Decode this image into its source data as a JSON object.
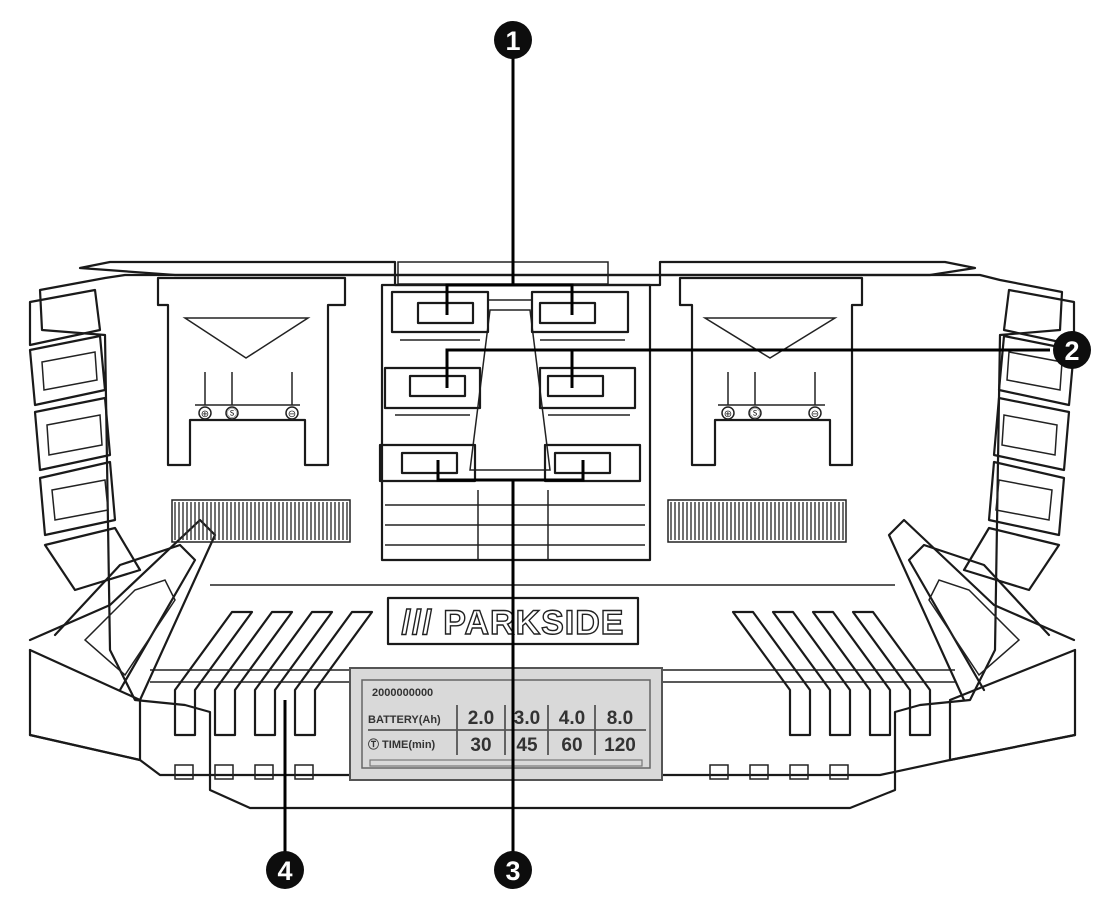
{
  "brand": "/// PARKSIDE",
  "callouts": [
    "1",
    "2",
    "3",
    "4"
  ],
  "charge_table": {
    "model": "2000000000",
    "row_battery_label": "BATTERY(Ah)",
    "row_time_label": "Ⓣ TIME(min)",
    "battery": [
      "2.0",
      "3.0",
      "4.0",
      "8.0"
    ],
    "time": [
      "30",
      "45",
      "60",
      "120"
    ]
  },
  "slot_contacts": [
    "⊕",
    "Ⓢ",
    "⊖"
  ],
  "icons": {
    "callout_bubble": "filled-circle-number-icon",
    "contact_terminals": "battery-terminal-icon"
  }
}
